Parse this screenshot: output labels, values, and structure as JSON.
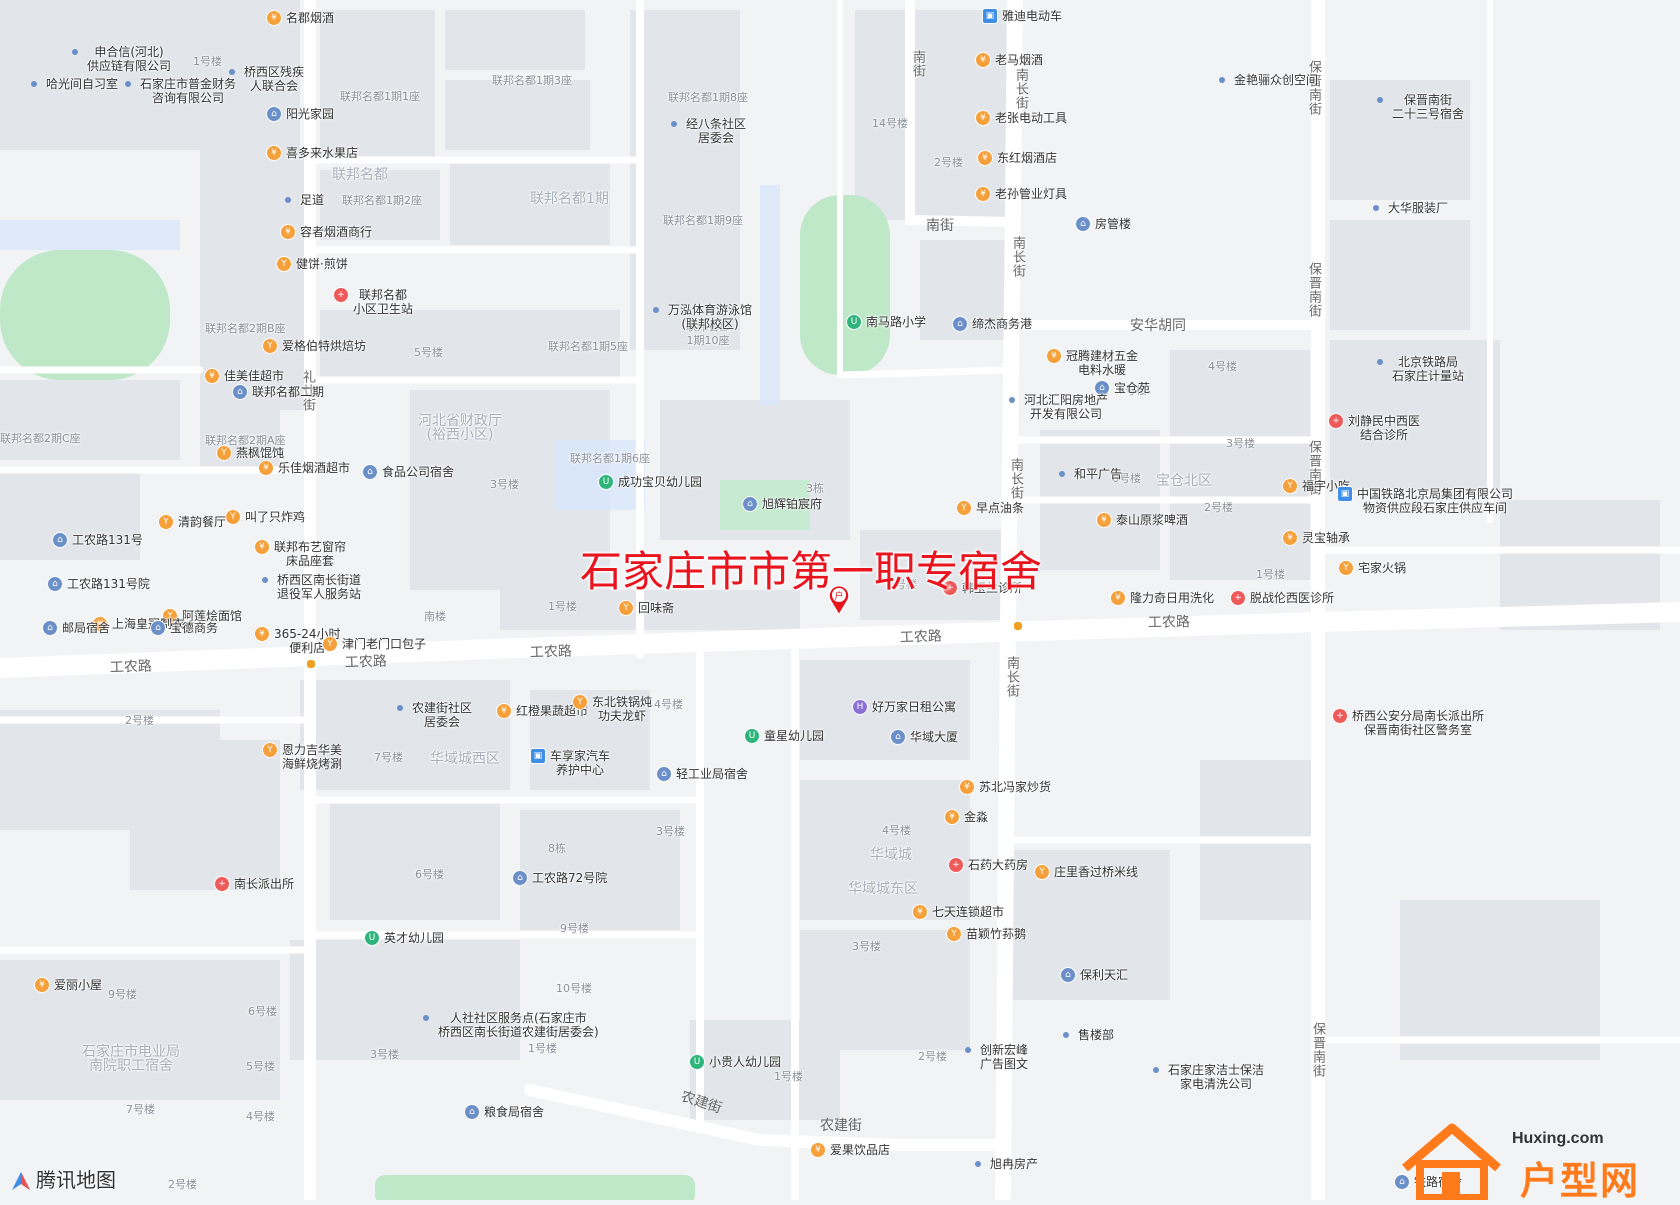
{
  "map_title": "石家庄市市第一职专宿舍",
  "map_marker": "户",
  "provider": "腾讯地图",
  "watermark": {
    "url": "Huxing.com",
    "name": "户型网"
  },
  "colors": {
    "background": "#f2f3f5",
    "block": "#e2e5ea",
    "road": "#ffffff",
    "green": "#bfe8c9",
    "water": "#d8e7fb",
    "title": "#e8141e",
    "watermark": "#ff7a1a"
  },
  "roads": [
    "工农路",
    "工农路",
    "工农路",
    "工农路",
    "南长街",
    "南长街",
    "南长街",
    "南长街",
    "保晋南街",
    "保晋南街",
    "保晋南街",
    "南街",
    "南街",
    "礼让街",
    "安华胡同",
    "农建街",
    "农建街"
  ],
  "districts": [
    "联邦名都",
    "联邦名都1期",
    "河北省财政厅\n(裕西小区)",
    "宝仓北区",
    "华域城西区",
    "华域城",
    "华域城东区",
    "石家庄市电业局\n南院职工宿舍"
  ],
  "buildings": [
    "1号楼",
    "联邦名都1期3座",
    "联邦名都1期1座",
    "联邦名都1期2座",
    "联邦名都1期8座",
    "联邦名都1期9座",
    "联邦名都2期B座",
    "联邦名都1期5座",
    "联邦名都\n1期10座",
    "5号楼",
    "联邦名都2期C座",
    "联邦名都2期A座",
    "联邦名都1期6座",
    "3号楼",
    "3栋",
    "14号楼",
    "2号楼",
    "7号楼",
    "4号楼",
    "3号楼",
    "6号楼",
    "2号楼",
    "1号楼",
    "2号楼",
    "南楼",
    "1号楼",
    "2号楼",
    "4号楼",
    "7号楼",
    "3号楼",
    "8栋",
    "6号楼",
    "9号楼",
    "4号楼",
    "3号楼",
    "10号楼",
    "9号楼",
    "6号楼",
    "1号楼",
    "5号楼",
    "3号楼",
    "7号楼",
    "4号楼",
    "1号楼",
    "2号楼",
    "2号楼"
  ],
  "pois": [
    {
      "name": "申合信(河北)\n供应链有限公司",
      "icon": "dot"
    },
    {
      "name": "名郡烟酒",
      "icon": "shop"
    },
    {
      "name": "桥西区残疾\n人联合会",
      "icon": "dot"
    },
    {
      "name": "哈光间自习室",
      "icon": "dot"
    },
    {
      "name": "石家庄市普金财务\n咨询有限公司",
      "icon": "dot"
    },
    {
      "name": "阳光家园",
      "icon": "bld"
    },
    {
      "name": "喜多来水果店",
      "icon": "shop"
    },
    {
      "name": "足道",
      "icon": "dot"
    },
    {
      "name": "容者烟酒商行",
      "icon": "shop"
    },
    {
      "name": "健饼·煎饼",
      "icon": "food"
    },
    {
      "name": "联邦名都\n小区卫生站",
      "icon": "med"
    },
    {
      "name": "爱格伯特烘焙坊",
      "icon": "food"
    },
    {
      "name": "佳美佳超市",
      "icon": "shop"
    },
    {
      "name": "联邦名都二期",
      "icon": "bld"
    },
    {
      "name": "燕枫馄饨",
      "icon": "food"
    },
    {
      "name": "乐佳烟酒超市",
      "icon": "shop"
    },
    {
      "name": "食品公司宿舍",
      "icon": "bld"
    },
    {
      "name": "叫了只炸鸡",
      "icon": "food"
    },
    {
      "name": "清韵餐厅",
      "icon": "food"
    },
    {
      "name": "工农路131号",
      "icon": "bld"
    },
    {
      "name": "联邦布艺窗帘\n床品座套",
      "icon": "shop"
    },
    {
      "name": "工农路131号院",
      "icon": "bld"
    },
    {
      "name": "桥西区南长街道\n退役军人服务站",
      "icon": "dot"
    },
    {
      "name": "阿莲烩面馆",
      "icon": "food"
    },
    {
      "name": "上海皇冠制衣",
      "icon": "shop"
    },
    {
      "name": "邮局宿舍",
      "icon": "bld"
    },
    {
      "name": "宝德商务",
      "icon": "bld"
    },
    {
      "name": "365-24小时\n便利店",
      "icon": "shop"
    },
    {
      "name": "津门老门口包子",
      "icon": "food"
    },
    {
      "name": "经八条社区\n居委会",
      "icon": "dot"
    },
    {
      "name": "万泓体育游泳馆\n(联邦校区)",
      "icon": "dot"
    },
    {
      "name": "成功宝贝幼儿园",
      "icon": "edu"
    },
    {
      "name": "旭辉铂宸府",
      "icon": "bld"
    },
    {
      "name": "回味斋",
      "icon": "food"
    },
    {
      "name": "南马路小学",
      "icon": "edu"
    },
    {
      "name": "雅迪电动车",
      "icon": "bus"
    },
    {
      "name": "老马烟酒",
      "icon": "shop"
    },
    {
      "name": "老张电动工具",
      "icon": "shop"
    },
    {
      "name": "东红烟酒店",
      "icon": "shop"
    },
    {
      "name": "老孙管业灯具",
      "icon": "shop"
    },
    {
      "name": "缔杰商务港",
      "icon": "bld"
    },
    {
      "name": "房管楼",
      "icon": "bld"
    },
    {
      "name": "金艳骊众创空间",
      "icon": "dot"
    },
    {
      "name": "大华服装厂",
      "icon": "dot"
    },
    {
      "name": "保晋南街\n二十三号宿舍",
      "icon": "dot"
    },
    {
      "name": "北京铁路局\n石家庄计量站",
      "icon": "dot"
    },
    {
      "name": "冠腾建材五金\n电料水暖",
      "icon": "shop"
    },
    {
      "name": "宝仓苑",
      "icon": "bld"
    },
    {
      "name": "河北汇阳房地产\n开发有限公司",
      "icon": "dot"
    },
    {
      "name": "刘静民中西医\n结合诊所",
      "icon": "med"
    },
    {
      "name": "和平广告",
      "icon": "dot"
    },
    {
      "name": "福宇小吃",
      "icon": "food"
    },
    {
      "name": "中国铁路北京局集团有限公司\n物资供应段石家庄供应车间",
      "icon": "bus"
    },
    {
      "name": "早点油条",
      "icon": "food"
    },
    {
      "name": "泰山原浆啤酒",
      "icon": "shop"
    },
    {
      "name": "灵宝轴承",
      "icon": "shop"
    },
    {
      "name": "宅家火锅",
      "icon": "food"
    },
    {
      "name": "韩玉兰诊所",
      "icon": "med"
    },
    {
      "name": "隆力奇日用洗化",
      "icon": "shop"
    },
    {
      "name": "脱战伦西医诊所",
      "icon": "med"
    },
    {
      "name": "农建街社区\n居委会",
      "icon": "dot"
    },
    {
      "name": "红橙果蔬超市",
      "icon": "shop"
    },
    {
      "name": "东北铁锅炖\n功夫龙虾",
      "icon": "food"
    },
    {
      "name": "恩力吉华美\n海鲜烧烤涮",
      "icon": "food"
    },
    {
      "name": "车享家汽车\n养护中心",
      "icon": "bus"
    },
    {
      "name": "轻工业局宿舍",
      "icon": "bld"
    },
    {
      "name": "童星幼儿园",
      "icon": "edu"
    },
    {
      "name": "好万家日租公寓",
      "icon": "hotel"
    },
    {
      "name": "华域大厦",
      "icon": "bld"
    },
    {
      "name": "苏北冯家炒货",
      "icon": "shop"
    },
    {
      "name": "金淼",
      "icon": "shop"
    },
    {
      "name": "石药大药房",
      "icon": "med"
    },
    {
      "name": "庄里香过桥米线",
      "icon": "food"
    },
    {
      "name": "七天连锁超市",
      "icon": "shop"
    },
    {
      "name": "苗颖竹荪鹅",
      "icon": "food"
    },
    {
      "name": "保利天汇",
      "icon": "bld"
    },
    {
      "name": "桥西公安分局南长派出所\n保晋南街社区警务室",
      "icon": "med"
    },
    {
      "name": "南长派出所",
      "icon": "med"
    },
    {
      "name": "工农路72号院",
      "icon": "bld"
    },
    {
      "name": "英才幼儿园",
      "icon": "edu"
    },
    {
      "name": "爱丽小屋",
      "icon": "shop"
    },
    {
      "name": "人社社区服务点(石家庄市\n桥西区南长街道农建街居委会)",
      "icon": "dot"
    },
    {
      "name": "小贵人幼儿园",
      "icon": "edu"
    },
    {
      "name": "创新宏峰\n广告图文",
      "icon": "dot"
    },
    {
      "name": "售楼部",
      "icon": "dot"
    },
    {
      "name": "石家庄家洁士保洁\n家电清洗公司",
      "icon": "dot"
    },
    {
      "name": "粮食局宿舍",
      "icon": "bld"
    },
    {
      "name": "爱果饮品店",
      "icon": "shop"
    },
    {
      "name": "旭冉房产",
      "icon": "dot"
    },
    {
      "name": "铁路宿舍",
      "icon": "bld"
    }
  ]
}
